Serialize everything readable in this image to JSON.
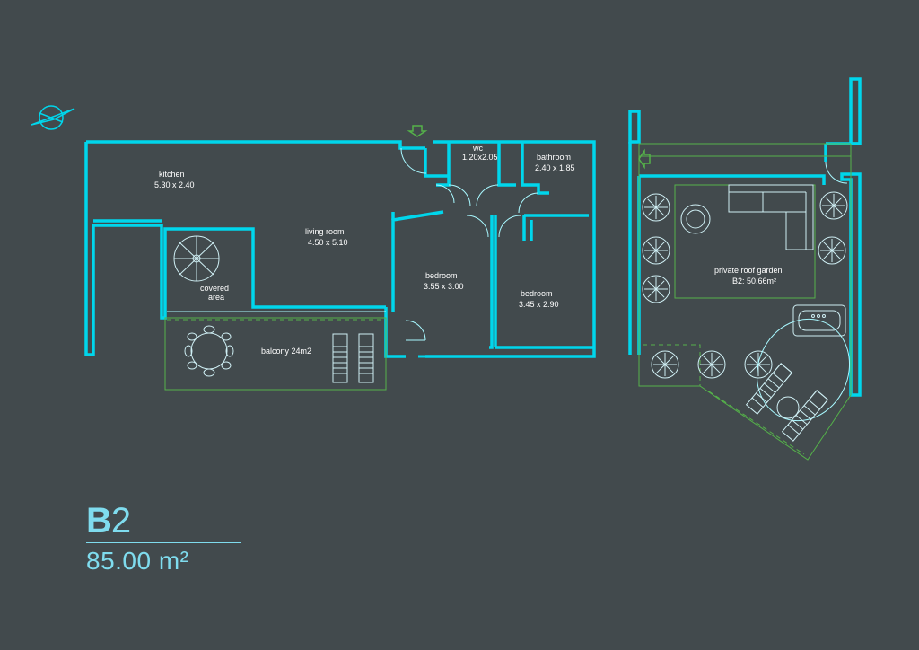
{
  "plan": {
    "unit_letter": "B",
    "unit_number": "2",
    "total_area": "85.00 m²",
    "rooms": [
      {
        "name": "kitchen",
        "dims": "5.30 x 2.40"
      },
      {
        "name": "living room",
        "dims": "4.50 x 5.10"
      },
      {
        "name": "wc",
        "dims": "1.20x2.05"
      },
      {
        "name": "bathroom",
        "dims": "2.40 x 1.85"
      },
      {
        "name": "bedroom",
        "dims": "3.55 x 3.00"
      },
      {
        "name": "bedroom",
        "dims": "3.45 x 2.90"
      },
      {
        "name": "covered",
        "dims": "area"
      },
      {
        "name": "balcony 24m2",
        "dims": ""
      },
      {
        "name": "private roof garden",
        "dims": "B2: 50.66m²"
      }
    ]
  },
  "colors": {
    "background": "#424a4d",
    "wall": "#00d6ec",
    "outline": "#55b24a",
    "title": "#7fdcee"
  },
  "icons": [
    "compass-icon",
    "entrance-arrow-icon"
  ]
}
